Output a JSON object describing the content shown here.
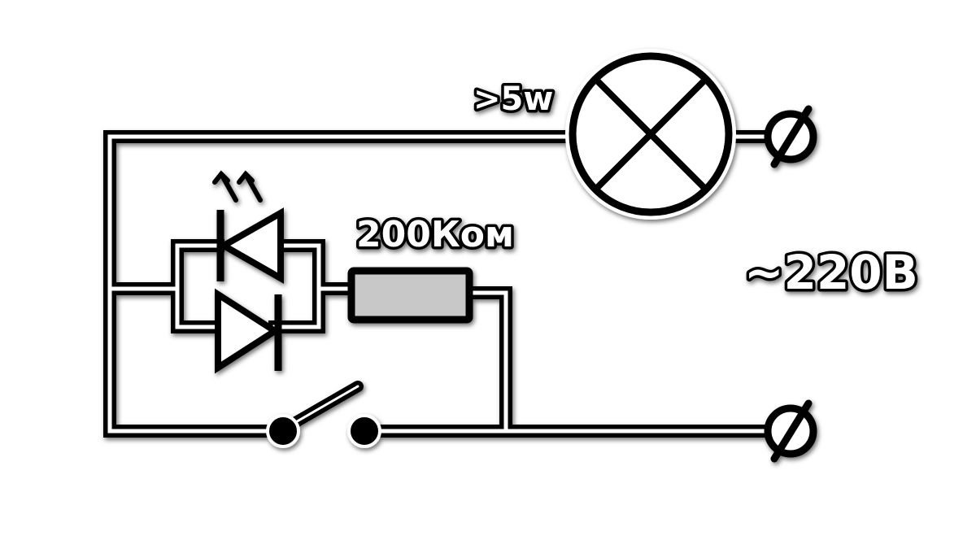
{
  "labels": {
    "lamp_power": ">5w",
    "resistor_value": "200Ком",
    "mains_voltage": "~220В"
  },
  "colors": {
    "wire": "#000000",
    "wire_outline": "#ffffff",
    "resistor_fill": "#c8c8c8",
    "background": "#ffffff"
  },
  "components": [
    {
      "kind": "lamp",
      "icon": "lamp-cross-icon"
    },
    {
      "kind": "resistor",
      "icon": "resistor-icon"
    },
    {
      "kind": "led",
      "icon": "led-diode-icon",
      "direction": "left"
    },
    {
      "kind": "diode",
      "icon": "diode-icon",
      "direction": "right"
    },
    {
      "kind": "switch",
      "icon": "switch-open-icon"
    },
    {
      "kind": "terminal",
      "icon": "terminal-icon"
    },
    {
      "kind": "terminal",
      "icon": "terminal-icon"
    }
  ]
}
